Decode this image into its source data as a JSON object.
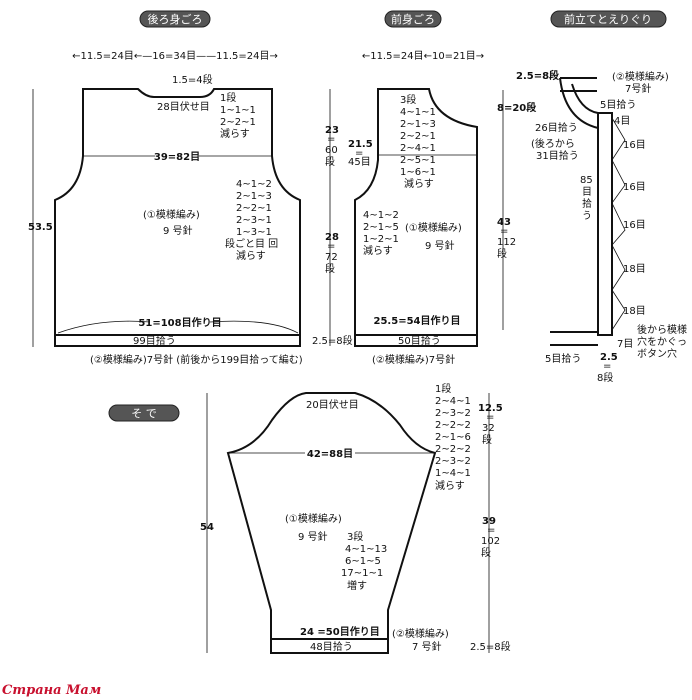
{
  "back": {
    "title": "後ろ身ごろ",
    "top_dims": "←11.5=24目←—16=34目——11.5=24目→",
    "neck_depth": "1.5=4段",
    "neck_bind_off": "28目伏せ目",
    "neck_dec": [
      "1段",
      "1~1~1",
      "2~2~1",
      "減らす"
    ],
    "chest": "39=82目",
    "armhole_dec": [
      "4~1~2",
      "2~1~3",
      "2~2~1",
      "2~3~1",
      "1~3~1",
      "段ごと目 回",
      "減らす"
    ],
    "pattern": "(①模様編み)",
    "needle": "9 号針",
    "height": "53.5",
    "cast_on": "51=108目作り目",
    "pickup": "99目拾う",
    "ribbing_note": "(②模様編み)7号針 (前後から199目拾って編む)"
  },
  "front": {
    "title": "前身ごろ",
    "top_dims": "←11.5=24目←10=21目→",
    "upper_h": [
      "23",
      "=",
      "60",
      "段"
    ],
    "lower_h": [
      "28",
      "=",
      "72",
      "段"
    ],
    "rib_h": "2.5=8段",
    "chest": [
      "21.5",
      "=",
      "45目"
    ],
    "neck_dec": [
      "3段",
      "4~1~1",
      "2~1~3",
      "2~2~1",
      "2~4~1",
      "2~5~1",
      "1~6~1",
      "減らす"
    ],
    "armhole_dec": [
      "4~1~2",
      "2~1~5",
      "1~2~1",
      "減らす"
    ],
    "pattern": "(①模様編み)",
    "needle": "9 号針",
    "cast_on": "25.5=54目作り目",
    "pickup": "50目拾う",
    "ribbing_note": "(②模様編み)7号針"
  },
  "band": {
    "title": "前立てとえりぐり",
    "collar_h": "2.5=8段",
    "pattern": [
      "(②模様編み)",
      "7号針"
    ],
    "neck_h": "8=20段",
    "pick5_top": "5目拾う",
    "gap4": "4目",
    "pick26": "26目拾う",
    "pick_back": [
      "(後ろから",
      "31目拾う"
    ],
    "pick85": [
      "85",
      "目",
      "拾",
      "う"
    ],
    "total_h": [
      "43",
      "=",
      "112",
      "段"
    ],
    "spacings": [
      "16目",
      "16目",
      "16目",
      "18目",
      "18目"
    ],
    "gap7": "7目",
    "buttonhole": [
      "後から模様",
      "穴をかぐっ",
      "ボタン穴"
    ],
    "pick5_bottom": "5目拾う",
    "band_w": [
      "2.5",
      "=",
      "8段"
    ]
  },
  "sleeve": {
    "title": "そ で",
    "bind_off": "20目伏せ目",
    "cap_dec": [
      "1段",
      "2~4~1",
      "2~3~2",
      "2~2~2",
      "2~1~6",
      "2~2~2",
      "2~3~2",
      "1~4~1",
      "減らす"
    ],
    "cap_h": [
      "12.5",
      "=",
      "32",
      "段"
    ],
    "width": "42=88目",
    "length": "54",
    "pattern": "(①模様編み)",
    "needle": "9 号針",
    "inc": [
      "3段",
      "4~1~13",
      "6~1~5",
      "17~1~1",
      "増す"
    ],
    "body_h": [
      "39",
      "=",
      "102",
      "段"
    ],
    "cast_on": "24 =50目作り目",
    "pickup": "48目拾う",
    "rib_pattern": [
      "(②模様編み)",
      "7 号針"
    ],
    "rib_h": "2.5=8段"
  },
  "watermark": "Страна Мам"
}
